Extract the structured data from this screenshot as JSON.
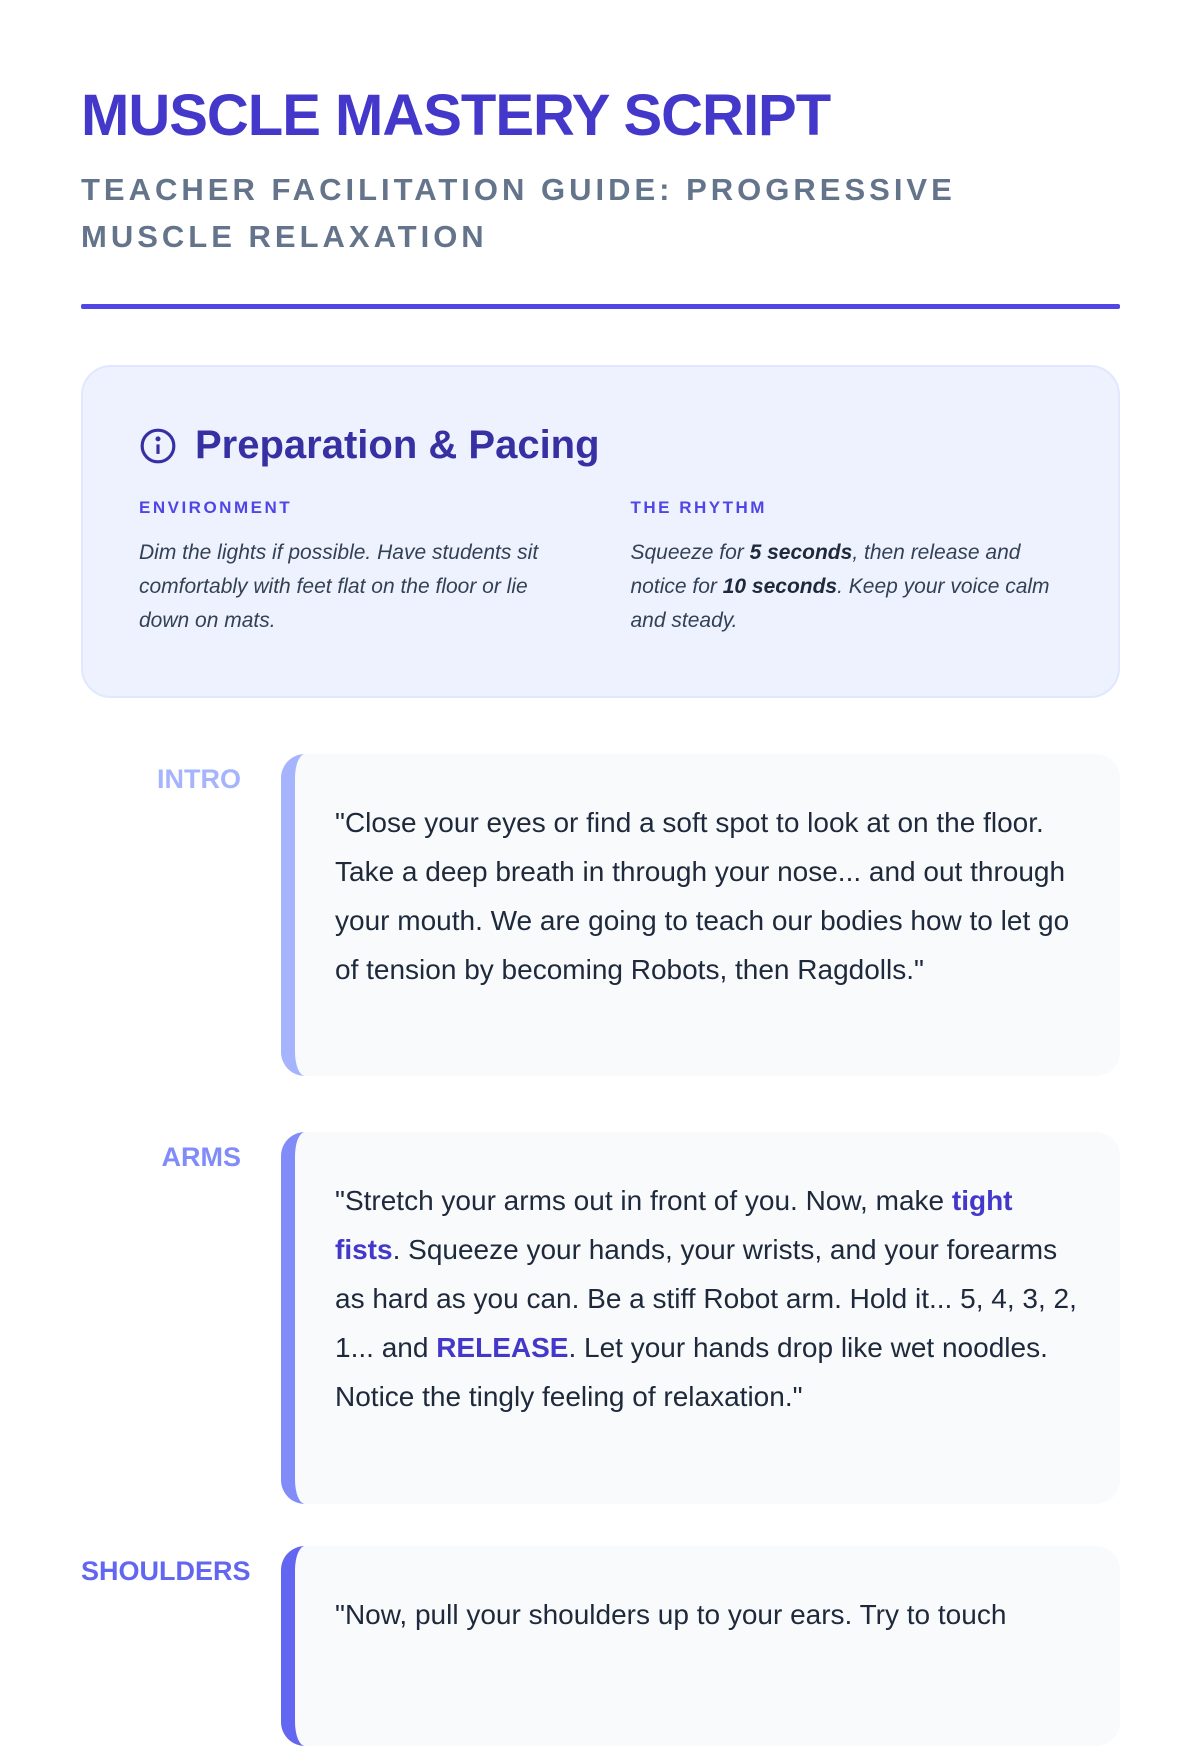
{
  "title": "MUSCLE MASTERY SCRIPT",
  "subtitle": "Teacher Facilitation Guide: Progressive Muscle Relaxation",
  "prep": {
    "icon": "info-icon",
    "heading": "Preparation & Pacing",
    "env": {
      "label": "ENVIRONMENT",
      "text": "Dim the lights if possible. Have students sit comfortably with feet flat on the floor or lie down on mats."
    },
    "rhythm": {
      "label": "THE RHYTHM",
      "t1": "Squeeze for ",
      "b1": "5 seconds",
      "t2": ", then release and notice for ",
      "b2": "10 seconds",
      "t3": ". Keep your voice calm and steady."
    }
  },
  "steps": [
    {
      "label": "INTRO",
      "color": "#a5b4fc",
      "text": "\"Close your eyes or find a soft spot to look at on the floor. Take a deep breath in through your nose... and out through your mouth. We are going to teach our bodies how to let go of tension by becoming Robots, then Ragdolls.\""
    },
    {
      "label": "ARMS",
      "color": "#818cf8",
      "t1": "\"Stretch your arms out in front of you. Now, make ",
      "h1": "tight fists",
      "t2": ". Squeeze your hands, your wrists, and your forearms as hard as you can. Be a stiff Robot arm. Hold it... 5, 4, 3, 2, 1... and ",
      "h2": "RELEASE",
      "t3": ". Let your hands drop like wet noodles. Notice the tingly feeling of relaxation.\""
    },
    {
      "label": "SHOULDERS",
      "color": "#6366f1",
      "text": "\"Now, pull your shoulders up to your ears. Try to touch"
    }
  ]
}
